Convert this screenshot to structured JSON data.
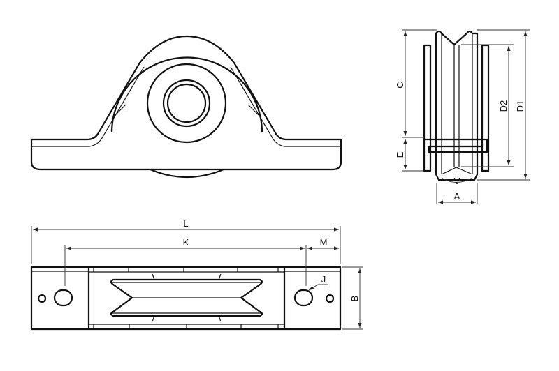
{
  "title": "Internal sliding gate wheel bracket technical drawing",
  "dimensions": {
    "C": "C",
    "E": "E",
    "D2": "D2",
    "D1": "D1",
    "V": "V",
    "A": "A",
    "L": "L",
    "K": "K",
    "M": "M",
    "J": "J",
    "B": "B"
  },
  "colors": {
    "line": "#111111",
    "background": "#ffffff"
  }
}
